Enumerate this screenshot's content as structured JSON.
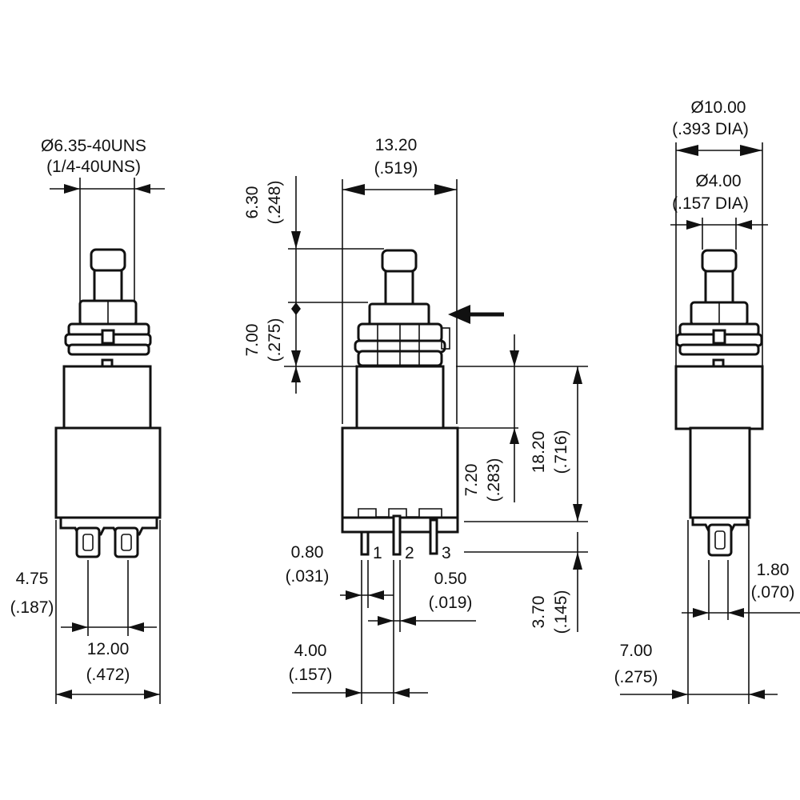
{
  "front_view": {
    "thread_dim": [
      "Ø6.35-40UNS",
      "(1/4-40UNS)"
    ],
    "terminal_width_dim": [
      "4.75",
      "(.187)"
    ],
    "overall_width_dim": [
      "12.00",
      "(.472)"
    ]
  },
  "side_view": {
    "width_dim": [
      "13.20",
      "(.519)"
    ],
    "plunger_travel_dim": [
      "6.30",
      "(.248)"
    ],
    "bushing_height_dim": [
      "7.00",
      "(.275)"
    ],
    "body_height_dim": [
      "18.20",
      "(.716)"
    ],
    "lower_body_dim": [
      "7.20",
      "(.283)"
    ],
    "terminal_length_dim": [
      "3.70",
      "(.145)"
    ],
    "terminal_thickness_dim": [
      "0.80",
      "(.031)"
    ],
    "terminal_gap_dim": [
      "0.50",
      "(.019)"
    ],
    "terminal_pitch_dim": [
      "4.00",
      "(.157)"
    ],
    "terminal_numbers": [
      "1",
      "2",
      "3"
    ]
  },
  "end_view": {
    "outer_dia_dim": [
      "Ø10.00",
      "(.393 DIA)"
    ],
    "plunger_dia_dim": [
      "Ø4.00",
      "(.157 DIA)"
    ],
    "terminal_width_dim": [
      "1.80",
      "(.070)"
    ],
    "body_width_dim": [
      "7.00",
      "(.275)"
    ]
  }
}
